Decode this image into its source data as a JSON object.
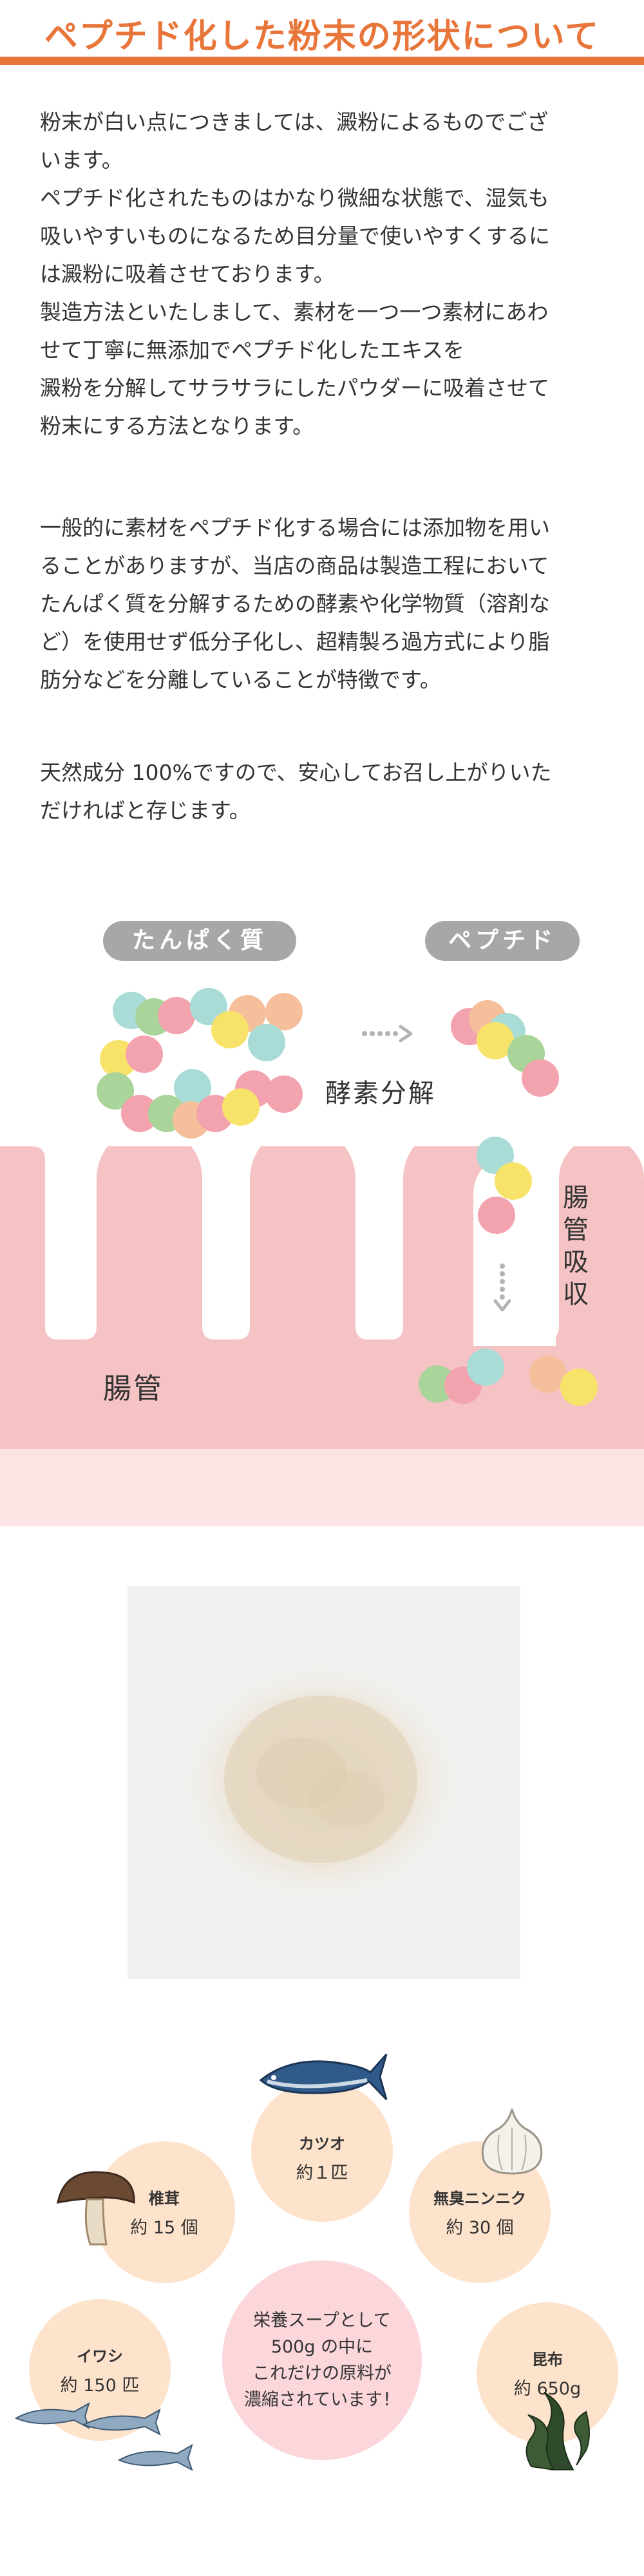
{
  "header": {
    "title": "ペプチド化した粉末の形状について"
  },
  "intro": {
    "paragraph1": [
      "粉末が白い点につきましては、澱粉によるものでござ",
      "います。",
      "ペプチド化されたものはかなり微細な状態で、湿気も",
      "吸いやすいものになるため目分量で使いやすくするに",
      "は澱粉に吸着させております。",
      "製造方法といたしまして、素材を一つ一つ素材にあわ",
      "せて丁寧に無添加でペプチド化したエキスを",
      "澱粉を分解してサラサラにしたパウダーに吸着させて",
      "粉末にする方法となります。"
    ],
    "paragraph2": [
      "一般的に素材をペプチド化する場合には添加物を用い",
      "ることがありますが、当店の商品は製造工程において",
      "たんぱく質を分解するための酵素や化学物質（溶剤な",
      "ど）を使用せず低分子化し、超精製ろ過方式により脂",
      "肪分などを分離していることが特徴です。"
    ],
    "paragraph3": [
      "天然成分 100%ですので、安心してお召し上がりいた",
      "だければと存じます。"
    ]
  },
  "diagram": {
    "protein_label": "たんぱく質",
    "peptide_label": "ペプチド",
    "enzyme_label": "酵素分解",
    "absorption_label": [
      "腸",
      "管",
      "吸",
      "収"
    ],
    "intestine_label": "腸管",
    "colors": {
      "pink": "#f3a3ad",
      "green": "#a9d49a",
      "yellow": "#f8e36a",
      "teal": "#a9dcd6",
      "peach": "#f6bf9c",
      "wall": "#f6c3c5",
      "wall_light": "#fce3e4",
      "pill": "#a7a7a7"
    }
  },
  "ingredients": {
    "center": {
      "lines": [
        "栄養スープとして",
        "500g の中に",
        "これだけの原料が",
        "濃縮されています！"
      ]
    },
    "items": [
      {
        "name": "カツオ",
        "amount": "約１匹",
        "icon": "bonito-icon"
      },
      {
        "name": "椎茸",
        "amount": "約 15 個",
        "icon": "shiitake-icon"
      },
      {
        "name": "無臭ニンニク",
        "amount": "約 30 個",
        "icon": "garlic-icon"
      },
      {
        "name": "イワシ",
        "amount": "約 150 匹",
        "icon": "sardine-icon"
      },
      {
        "name": "昆布",
        "amount": "約 650g",
        "icon": "kelp-icon"
      }
    ]
  }
}
